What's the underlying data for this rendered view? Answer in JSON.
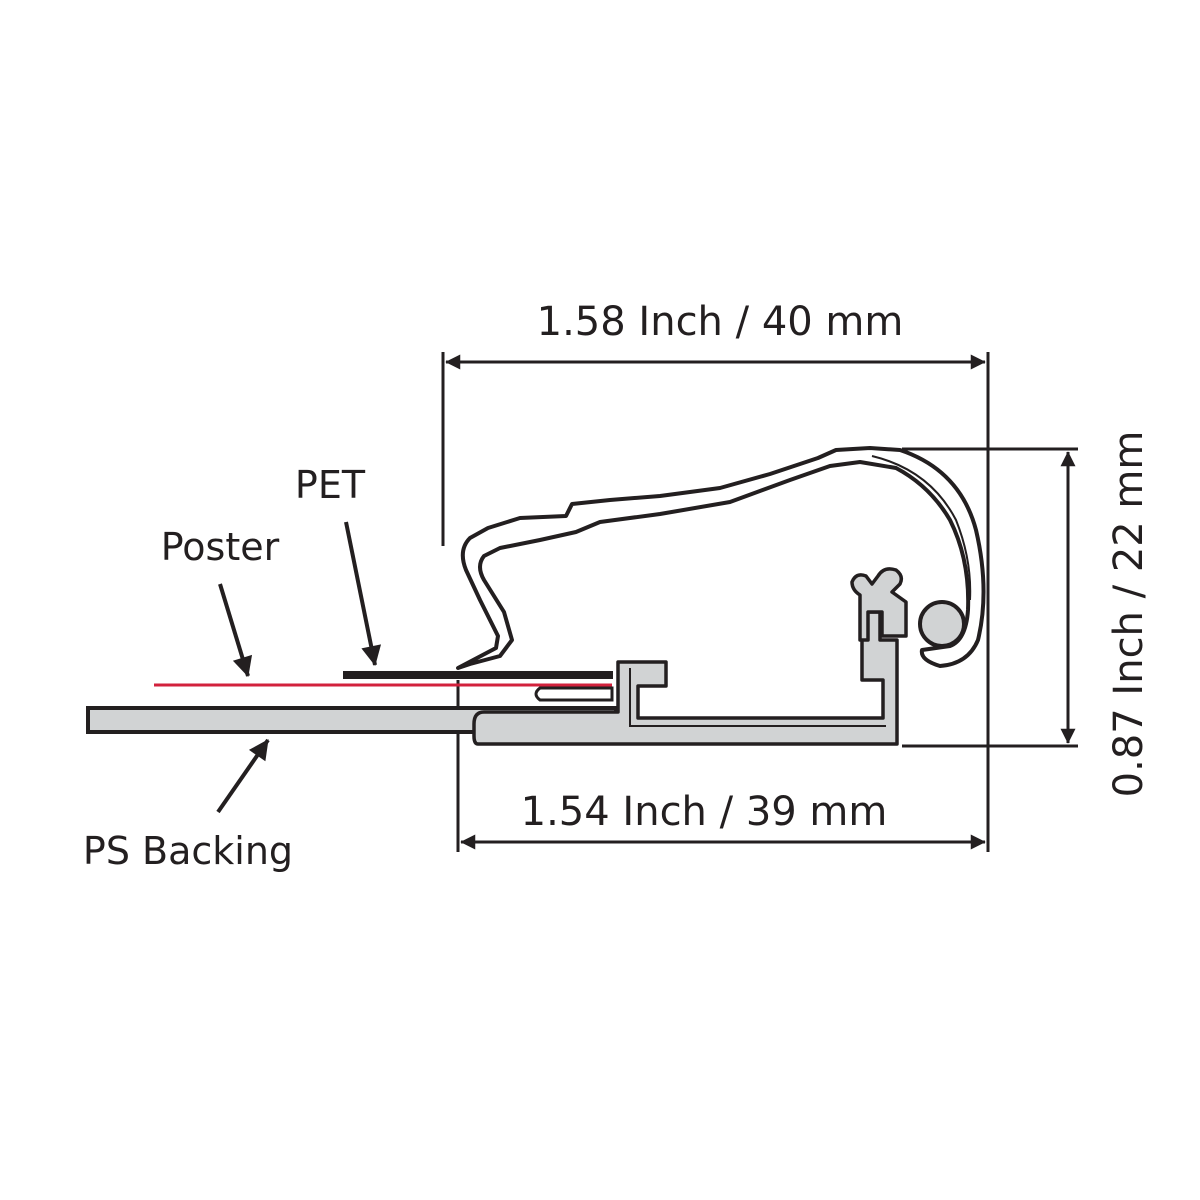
{
  "dimensions": {
    "top_width": "1.58 Inch / 40 mm",
    "bottom_width": "1.54 Inch / 39 mm",
    "height": "0.87 Inch / 22 mm"
  },
  "labels": {
    "pet": "PET",
    "poster": "Poster",
    "ps_backing": "PS Backing"
  },
  "colors": {
    "line": "#231f20",
    "poster": "#d2213c",
    "fill": "#d1d3d4"
  }
}
